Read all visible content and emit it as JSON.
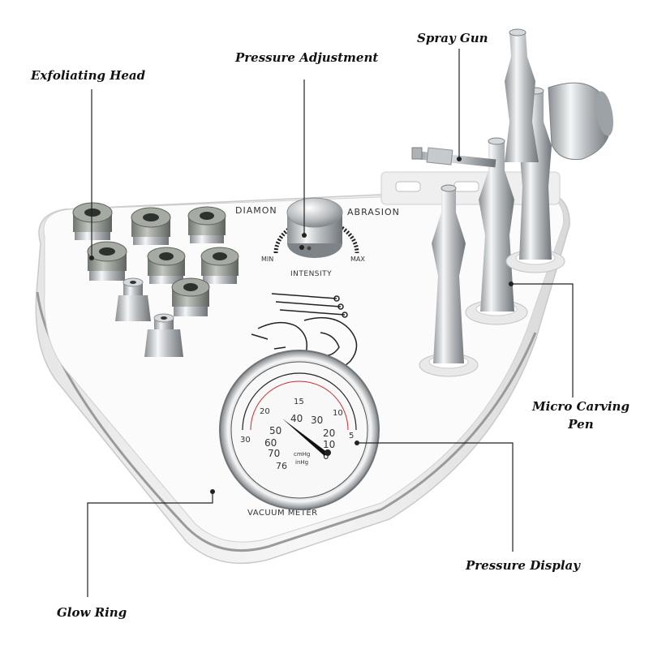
{
  "callouts": {
    "exfoliating_head": "Exfoliating Head",
    "pressure_adjustment": "Pressure Adjustment",
    "spray_gun": "Spray Gun",
    "micro_carving_pen_line1": "Micro Carving",
    "micro_carving_pen_line2": "Pen",
    "pressure_display": "Pressure Display",
    "glow_ring": "Glow Ring"
  },
  "device": {
    "brand_left": "DIAMON",
    "brand_right": "ABRASION",
    "knob_min": "MIN",
    "knob_max": "MAX",
    "knob_label": "INTENSITY",
    "meter_label": "VACUUM METER"
  },
  "gauge": {
    "outer_ticks": [
      "30",
      "20",
      "15",
      "10",
      "5"
    ],
    "inner_ticks": [
      "40",
      "30",
      "50",
      "20",
      "60",
      "70",
      "10",
      "76",
      "0"
    ],
    "unit_top": "cmHg",
    "unit_bottom": "inHg"
  },
  "colors": {
    "body": "#f2f2f2",
    "panel": "#fbfbfb",
    "steel": "#b8bcbf",
    "diamond": "#8f958e",
    "leader": "#222222"
  }
}
